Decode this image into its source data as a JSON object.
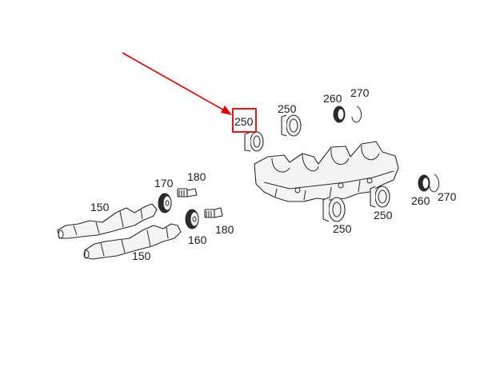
{
  "diagram": {
    "highlight_color": "#e00000",
    "line_color": "#2a2a2a",
    "callouts": {
      "c250_highlighted": "250",
      "c250_top": "250",
      "c260_top": "260",
      "c270_top": "270",
      "c260_right": "260",
      "c270_right": "270",
      "c250_bottom_mid": "250",
      "c250_bottom_right": "250",
      "c170": "170",
      "c180_top": "180",
      "c150_top": "150",
      "c160": "160",
      "c180_bottom": "180",
      "c150_bottom": "150"
    }
  }
}
